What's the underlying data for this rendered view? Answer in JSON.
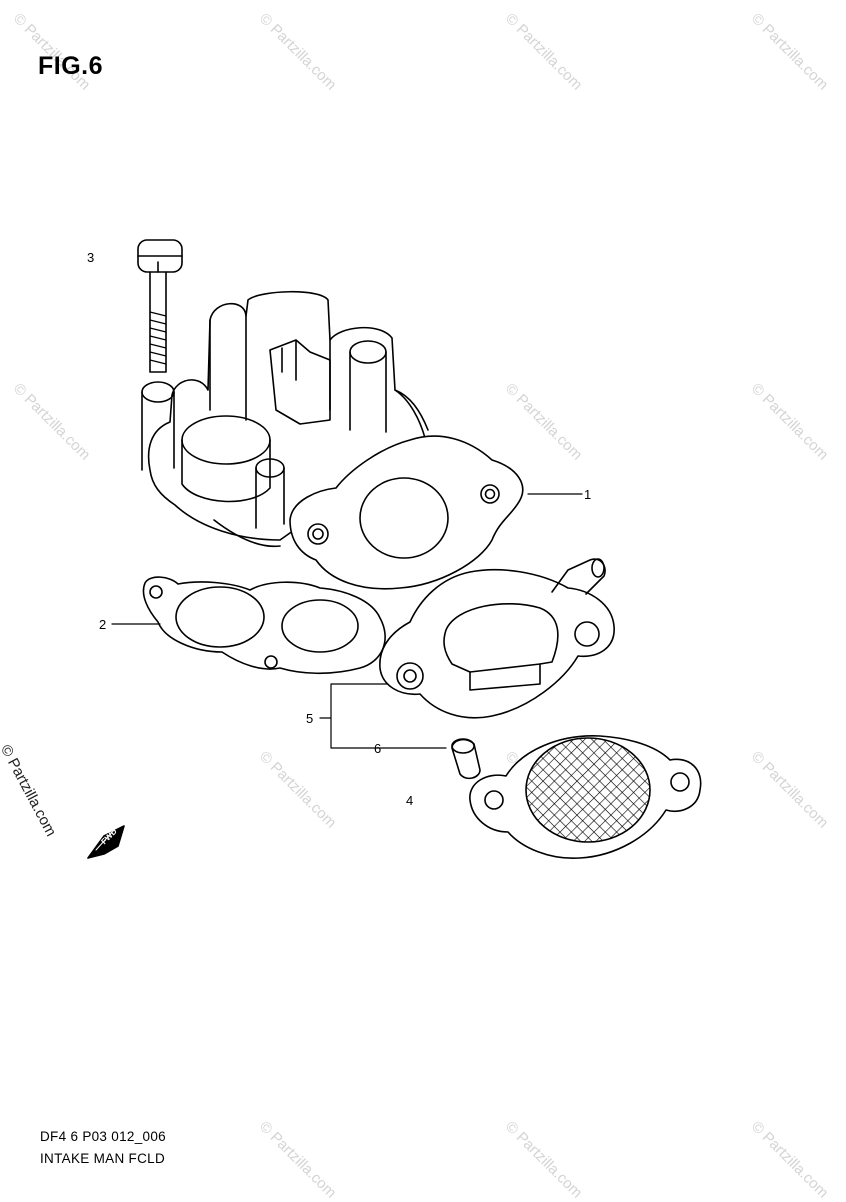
{
  "figure_title": "FIG.6",
  "watermark_text": "© Partzilla.com",
  "side_watermark_text": "© Partzilla.com",
  "fwd_label": "FWD",
  "callouts": {
    "part_1": "1",
    "part_2": "2",
    "part_3": "3",
    "part_4": "4",
    "part_5": "5",
    "part_6": "6"
  },
  "footer": {
    "diagram_code": "DF4 6 P03 012_006",
    "section_name": "INTAKE MAN FCLD"
  }
}
